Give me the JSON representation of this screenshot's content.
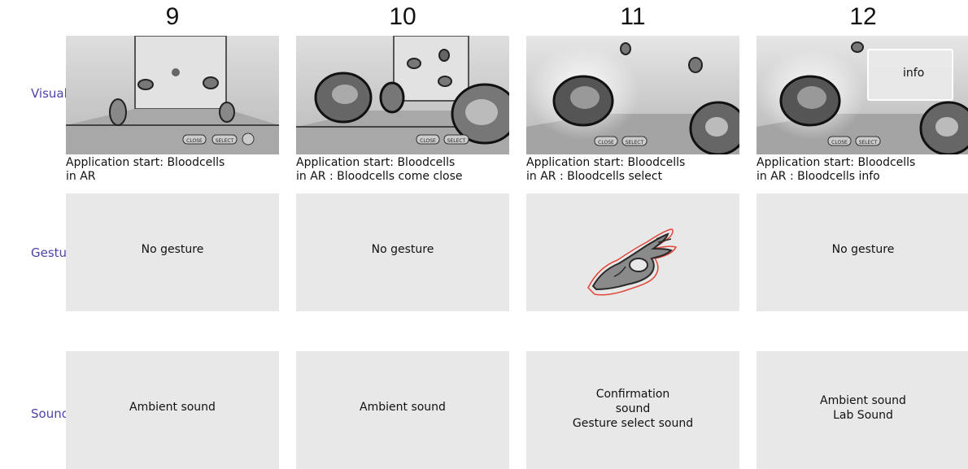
{
  "row_labels": {
    "visual": "Visual",
    "gesture": "Gesture",
    "sound": "Sound"
  },
  "columns": [
    {
      "number": "9",
      "caption_lines": [
        "Application start: Bloodcells",
        "in AR"
      ],
      "gesture_lines": [
        "No gesture"
      ],
      "sound_lines": [
        "Ambient sound"
      ]
    },
    {
      "number": "10",
      "caption_lines": [
        "Application start: Bloodcells",
        "in AR : Bloodcells come close"
      ],
      "gesture_lines": [
        "No gesture"
      ],
      "sound_lines": [
        "Ambient sound"
      ]
    },
    {
      "number": "11",
      "caption_lines": [
        "Application start: Bloodcells",
        "in AR : Bloodcells select"
      ],
      "gesture_lines": [],
      "gesture_icon": "pinch-hand-icon",
      "sound_lines": [
        "Confirmation",
        "sound",
        "Gesture select sound"
      ]
    },
    {
      "number": "12",
      "caption_lines": [
        "Application start: Bloodcells",
        "in AR : Bloodcells info"
      ],
      "gesture_lines": [
        "No gesture"
      ],
      "sound_lines": [
        "Ambient sound",
        "Lab Sound"
      ],
      "info_label": "info"
    }
  ],
  "sketch_buttons": [
    "CLOSE",
    "SELECT"
  ],
  "colors": {
    "row_label": "#4a44a8",
    "panel": "#e8e8e8",
    "hand_outline": "#e0473a"
  }
}
